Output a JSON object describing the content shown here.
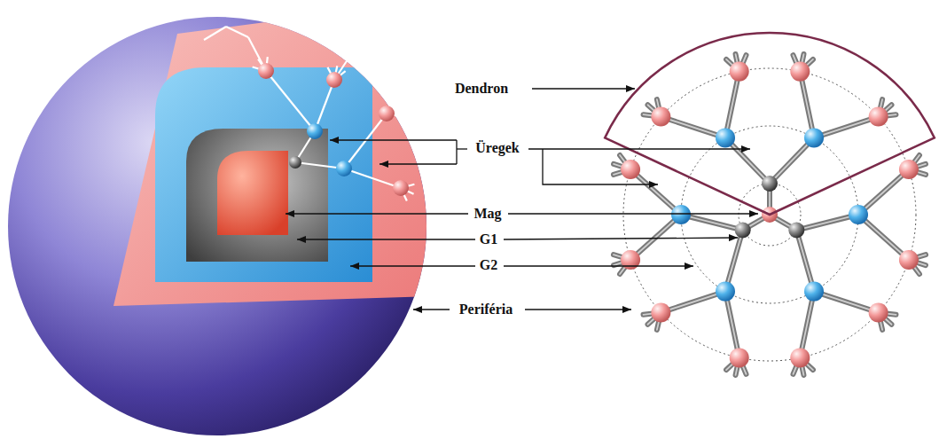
{
  "diagram": {
    "labels": [
      "Dendron",
      "Üregek",
      "Mag",
      "G1",
      "G2",
      "Periféria"
    ]
  }
}
